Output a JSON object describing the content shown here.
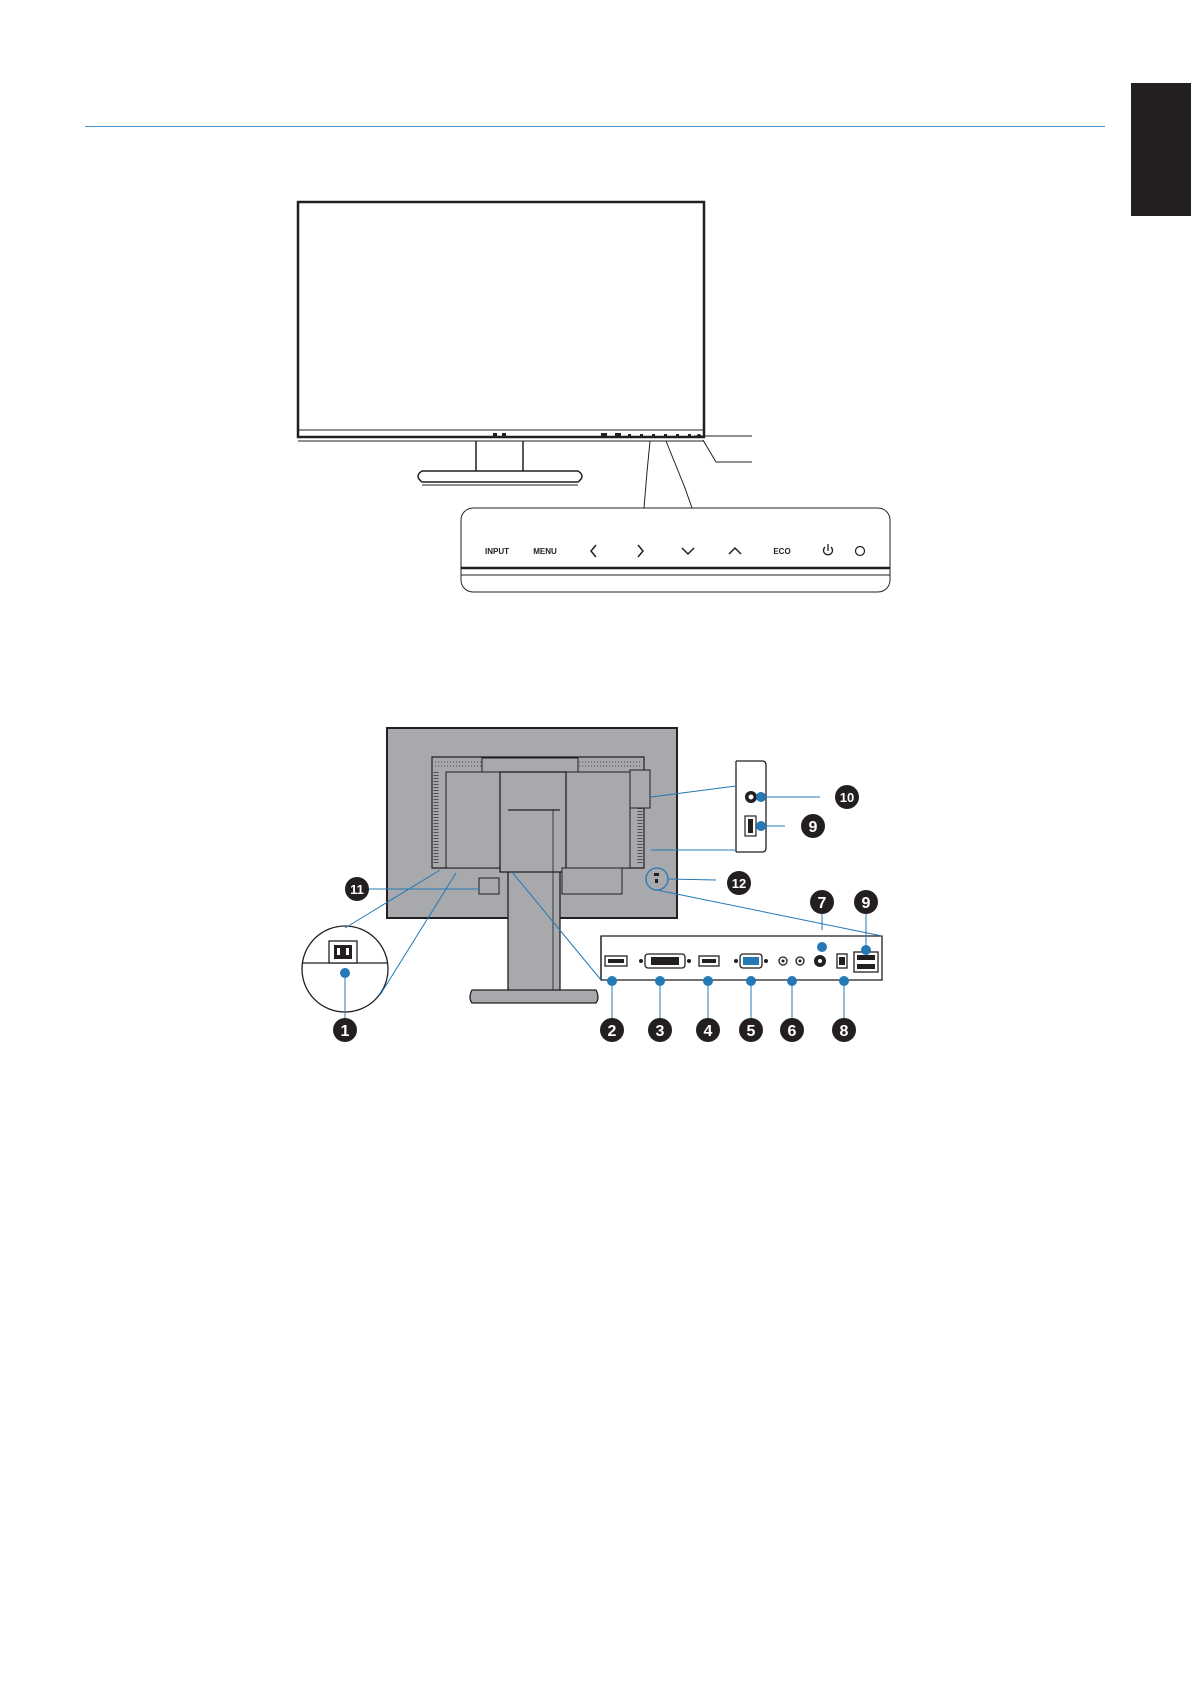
{
  "front_panel": {
    "buttons": [
      {
        "label": "INPUT",
        "icon": ""
      },
      {
        "label": "MENU",
        "icon": ""
      },
      {
        "label": "",
        "icon": "left-arrow-icon"
      },
      {
        "label": "",
        "icon": "right-arrow-icon"
      },
      {
        "label": "",
        "icon": "down-arrow-icon"
      },
      {
        "label": "",
        "icon": "up-arrow-icon"
      },
      {
        "label": "ECO",
        "icon": ""
      },
      {
        "label": "",
        "icon": "power-icon"
      },
      {
        "label": "",
        "icon": "power-led-icon"
      }
    ]
  },
  "callouts": {
    "c1": "1",
    "c2": "2",
    "c3": "3",
    "c4": "4",
    "c5": "5",
    "c6": "6",
    "c7": "7",
    "c8": "8",
    "c9a": "9",
    "c9b": "9",
    "c10": "10",
    "c11": "11",
    "c12": "12"
  },
  "colors": {
    "callout": "#2478b4",
    "marker": "#231f20",
    "rule": "#4a90c8",
    "tab": "#231f20"
  }
}
